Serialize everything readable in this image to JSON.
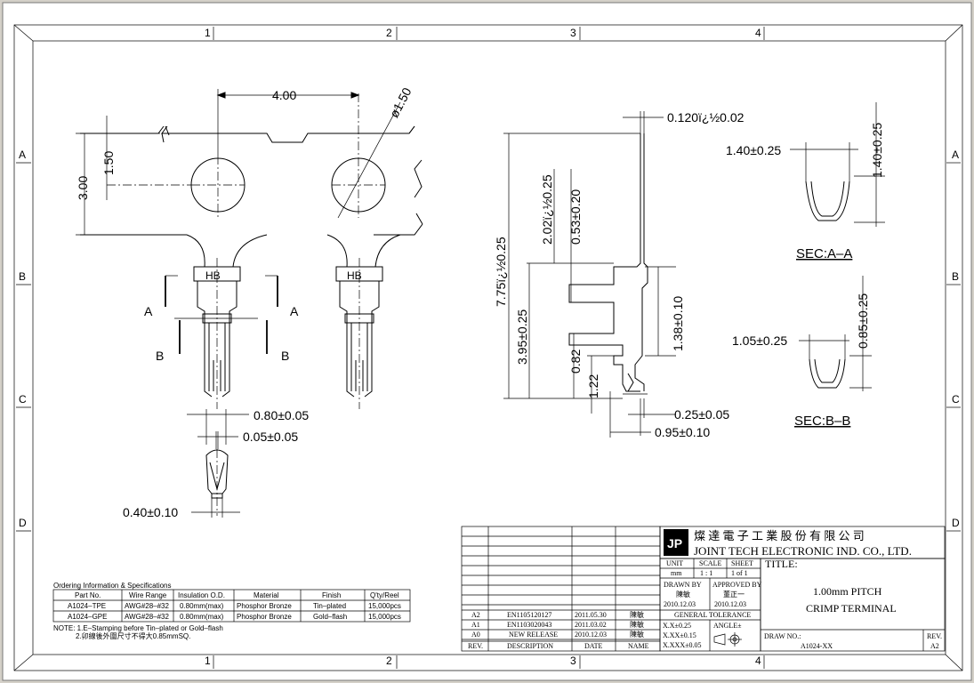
{
  "grid": {
    "columns": [
      "1",
      "2",
      "3",
      "4"
    ],
    "rows": [
      "A",
      "B",
      "C",
      "D"
    ]
  },
  "top_view": {
    "pitch": "4.00",
    "hole_dia": "ø1.50",
    "strip_width": "3.00",
    "hole_offset": "1.50",
    "section_a_left": "A",
    "section_a_right": "A",
    "section_b_left": "B",
    "section_b_right": "B",
    "dim_080": "0.80±0.05",
    "dim_005": "0.05±0.05",
    "dim_040": "0.40±0.10"
  },
  "side_view": {
    "thickness": "0.120ï¿½0.02",
    "total_height": "7.75ï¿½0.25",
    "dim_202": "2.02ï¿½0.25",
    "dim_053": "0.53±0.20",
    "dim_395": "3.95±0.25",
    "dim_082": "0.82",
    "dim_122": "1.22",
    "dim_138": "1.38±0.10",
    "dim_025": "0.25±0.05",
    "dim_095": "0.95±0.10"
  },
  "sections": {
    "a_width": "1.40±0.25",
    "a_height": "1.40±0.25",
    "a_label": "SEC:A–A",
    "b_width": "1.05±0.25",
    "b_height": "0.85±0.25",
    "b_label": "SEC:B–B"
  },
  "ordering": {
    "title": "Ordering Information & Specifications",
    "headers": [
      "Part No.",
      "Wire Range",
      "Insulation O.D.",
      "Material",
      "Finish",
      "Q'ty/Reel"
    ],
    "rows": [
      [
        "A1024–TPE",
        "AWG#28–#32",
        "0.80mm(max)",
        "Phosphor Bronze",
        "Tin–plated",
        "15,000pcs"
      ],
      [
        "A1024–GPE",
        "AWG#28–#32",
        "0.80mm(max)",
        "Phosphor Bronze",
        "Gold–flash",
        "15,000pcs"
      ]
    ],
    "note1": "NOTE: 1.E–Stamping before Tin–plated or Gold–flash",
    "note2": "2.卯線後外圍尺寸不得大0.85mmSQ."
  },
  "title_block": {
    "company_cn": "燦 達 電 子 工 業 股 份 有 限 公 司",
    "company_en": "JOINT TECH ELECTRONIC IND. CO., LTD.",
    "unit_label": "UNIT",
    "scale_label": "SCALE",
    "sheet_label": "SHEET",
    "unit_value": "mm",
    "scale_value": "1 : 1",
    "sheet_value": "1 of 1",
    "drawn_by_label": "DRAWN BY",
    "drawn_by_name": "陳敏",
    "drawn_date": "2010.12.03",
    "approved_label": "APPROVED BY",
    "approved_name": "董正一",
    "approved_date": "2010.12.03",
    "gen_tol": "GENERAL TOLERANCE",
    "tol1": "X.X±0.25",
    "tol2": "X.XX±0.15",
    "tol3": "X.XXX±0.05",
    "angle": "ANGLE±",
    "title_label": "TITLE:",
    "title_line1": "1.00mm PITCH",
    "title_line2": "CRIMP TERMINAL",
    "draw_no_label": "DRAW NO.:",
    "draw_no": "A1024-XX",
    "rev_label": "REV.",
    "rev": "A2",
    "revisions": [
      {
        "rev": "A2",
        "desc": "EN1105120127",
        "date": "2011.05.30",
        "name": "陳敏"
      },
      {
        "rev": "A1",
        "desc": "EN1103020043",
        "date": "2011.03.02",
        "name": "陳敏"
      },
      {
        "rev": "A0",
        "desc": "NEW RELEASE",
        "date": "2010.12.03",
        "name": "陳敏"
      }
    ],
    "rev_headers": [
      "REV.",
      "DESCRIPTION",
      "DATE",
      "NAME"
    ]
  }
}
